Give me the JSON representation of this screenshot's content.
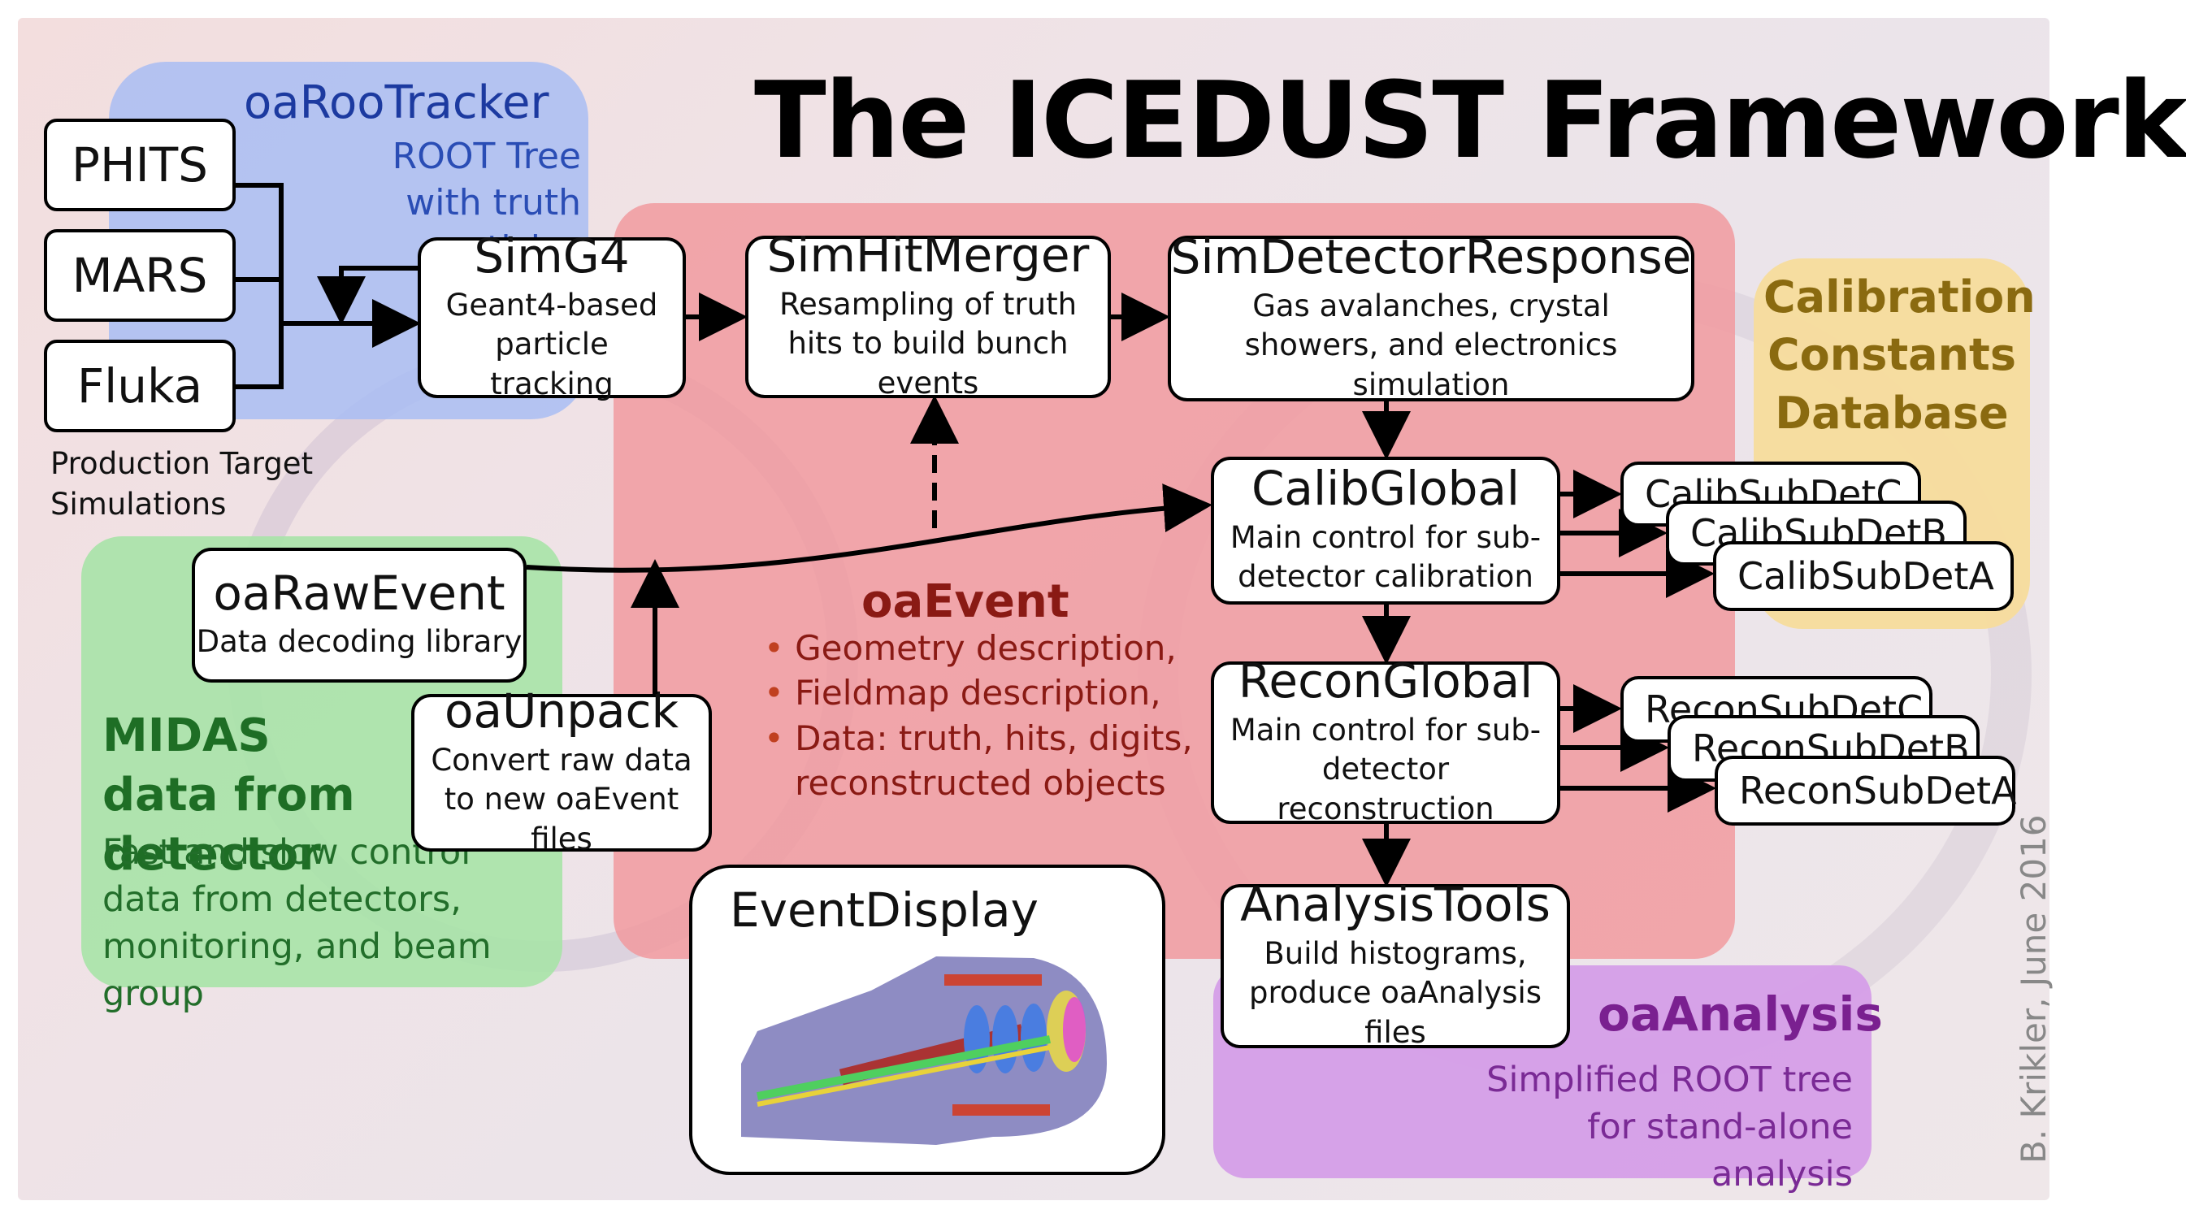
{
  "title": "The ICEDUST Framework",
  "credit": "B. Krikler, June 2016",
  "colors": {
    "tracker_region": "#a9bdf3",
    "midas_region": "#a7e3a7",
    "event_region": "#f19a9f",
    "calib_region": "#f7dc9c",
    "analysis_region": "#d59ee8"
  },
  "regions": {
    "oaRooTracker": {
      "title": "oaRooTracker",
      "desc": "ROOT Tree with truth particles"
    },
    "midas": {
      "title": "MIDAS data from detector",
      "desc": "Fast and slow control data from detectors, monitoring, and beam group"
    },
    "oaEvent": {
      "title": "oaEvent",
      "bullets": [
        "Geometry description,",
        "Fieldmap description,",
        "Data:  truth, hits, digits,",
        "reconstructed objects"
      ]
    },
    "calibdb": {
      "title": "Calibration Constants Database"
    },
    "oaAnalysis": {
      "title": "oaAnalysis",
      "desc": "Simplified ROOT tree for stand-alone analysis"
    }
  },
  "sources": [
    "PHITS",
    "MARS",
    "Fluka"
  ],
  "sources_caption": "Production Target Simulations",
  "modules": {
    "simg4": {
      "title": "SimG4",
      "desc": "Geant4-based particle tracking"
    },
    "simhitmerger": {
      "title": "SimHitMerger",
      "desc": "Resampling of truth hits to build bunch events"
    },
    "simdetresp": {
      "title": "SimDetectorResponse",
      "desc": "Gas avalanches, crystal showers, and electronics simulation"
    },
    "calibglobal": {
      "title": "CalibGlobal",
      "desc": "Main control for sub-detector calibration"
    },
    "reconglobal": {
      "title": "ReconGlobal",
      "desc": "Main control for sub-detector reconstruction"
    },
    "analysistools": {
      "title": "AnalysisTools",
      "desc": "Build histograms, produce oaAnalysis files"
    },
    "oarawevent": {
      "title": "oaRawEvent",
      "desc": "Data decoding library"
    },
    "oaunpack": {
      "title": "oaUnpack",
      "desc": "Convert raw data to new oaEvent files"
    },
    "eventdisplay": {
      "title": "EventDisplay"
    }
  },
  "calib_subdets": [
    "CalibSubDetC",
    "CalibSubDetB",
    "CalibSubDetA"
  ],
  "recon_subdets": [
    "ReconSubDetC",
    "ReconSubDetB",
    "ReconSubDetA"
  ]
}
